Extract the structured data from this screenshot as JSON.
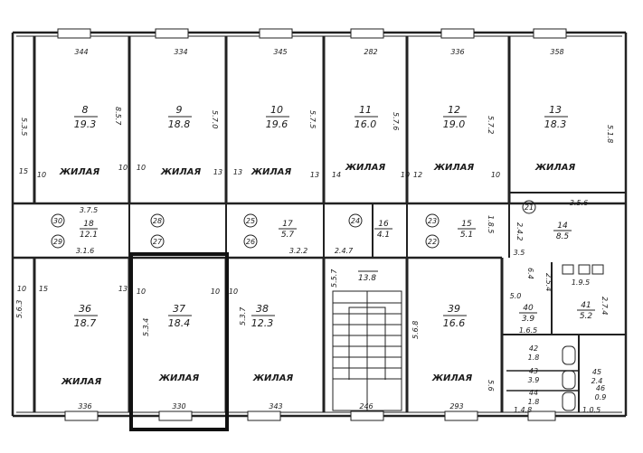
{
  "rooms_top": [
    {
      "dim": "344",
      "num": "8",
      "area": "19.3",
      "side": "8.5.7",
      "word": "ЖИЛАЯ"
    },
    {
      "dim": "334",
      "num": "9",
      "area": "18.8",
      "side": "5.7.0",
      "word": "ЖИЛАЯ"
    },
    {
      "dim": "345",
      "num": "10",
      "area": "19.6",
      "side": "5.7.5",
      "word": "ЖИЛАЯ"
    },
    {
      "dim": "282",
      "num": "11",
      "area": "16.0",
      "side": "5.7.6",
      "word": "ЖИЛАЯ"
    },
    {
      "dim": "336",
      "num": "12",
      "area": "19.0",
      "side": "5.7.2",
      "word": "ЖИЛАЯ"
    },
    {
      "dim": "358",
      "num": "13",
      "area": "18.3",
      "side": "5.1.8",
      "word": "ЖИЛАЯ"
    }
  ],
  "left_edge_dim": "5.3.5",
  "corridor": [
    {
      "num": "18",
      "area": "12.1",
      "top": "3.7.5",
      "bottom": "3.1.6",
      "circles": [
        "30",
        "29"
      ]
    },
    {
      "circles": [
        "28",
        "27"
      ]
    },
    {
      "num": "17",
      "area": "5.7",
      "bottom": "3.2.2",
      "circles": [
        "25",
        "26"
      ]
    },
    {
      "num": "16",
      "area": "4.1",
      "bottom": "2.4.7",
      "circles": [
        "24"
      ]
    },
    {
      "num": "15",
      "area": "5.1",
      "side": "1.8.5",
      "circles": [
        "23",
        "22"
      ]
    },
    {
      "num": "14",
      "area": "8.5",
      "top": "3.5.6",
      "side": "2.4.2",
      "circles": [
        "21"
      ]
    }
  ],
  "rooms_bottom": [
    {
      "dim": "336",
      "num": "36",
      "area": "18.7",
      "side": "5.6.3",
      "word": "ЖИЛАЯ"
    },
    {
      "dim": "330",
      "num": "37",
      "area": "18.4",
      "side": "5.3.4",
      "word": "ЖИЛАЯ"
    },
    {
      "dim": "343",
      "num": "38",
      "area": "12.3",
      "side": "5.3.7",
      "word": "ЖИЛАЯ"
    },
    {
      "dim": "246",
      "area": "13.8",
      "side": "5.5.7"
    },
    {
      "dim": "293",
      "num": "39",
      "area": "16.6",
      "side": "5.6.8",
      "word": "ЖИЛАЯ"
    }
  ],
  "wall_marks": [
    "15",
    "10",
    "10",
    "13",
    "13",
    "14",
    "12",
    "10",
    "10",
    "13",
    "10",
    "15",
    "13",
    "10",
    "10",
    "10",
    "10"
  ],
  "small_rooms": [
    {
      "num": "40",
      "area": "3.9",
      "sub": "1.6.5",
      "dim": "2.5.4"
    },
    {
      "num": "41",
      "area": "5.2",
      "top": "1.9.5",
      "side": "2.7.4"
    },
    {
      "num": "42",
      "area": "1.8"
    },
    {
      "num": "43",
      "area": "3.9"
    },
    {
      "num": "44",
      "area": "1.8"
    },
    {
      "num": "45",
      "area": "2.4"
    },
    {
      "num": "46",
      "area": "0.9"
    }
  ],
  "misc_dims": [
    "3.5",
    "6.4",
    "5.0",
    "5.6",
    "1.4.8",
    "1.0.5"
  ]
}
